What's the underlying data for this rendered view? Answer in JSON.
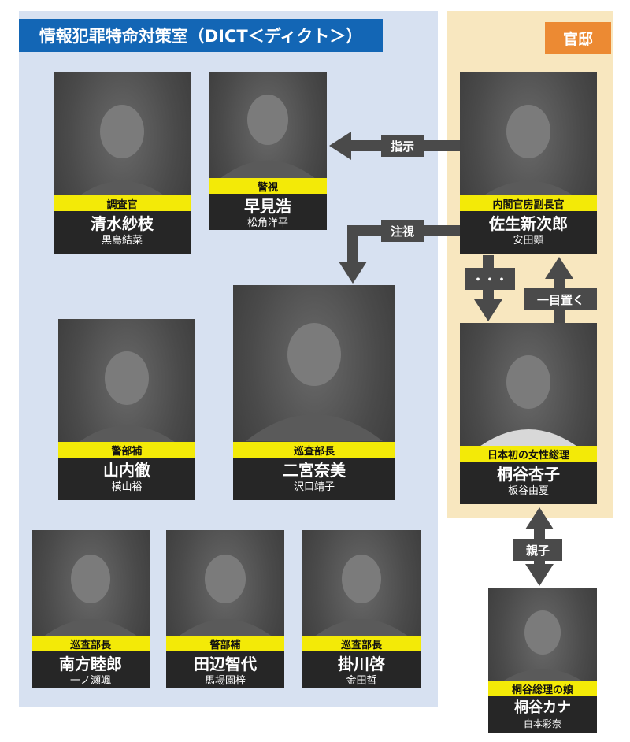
{
  "headers": {
    "dict": "情報犯罪特命対策室（DICT＜ディクト＞）",
    "kantei": "官邸"
  },
  "people": {
    "shimizu": {
      "role": "調査官",
      "name": "清水紗枝",
      "actor": "黒島結菜"
    },
    "hayami": {
      "role": "警視",
      "name": "早見浩",
      "actor": "松角洋平"
    },
    "saso": {
      "role": "内閣官房副長官",
      "name": "佐生新次郎",
      "actor": "安田顕"
    },
    "yamauchi": {
      "role": "警部補",
      "name": "山内徹",
      "actor": "横山裕"
    },
    "ninomiya": {
      "role": "巡査部長",
      "name": "二宮奈美",
      "actor": "沢口靖子"
    },
    "kiriya": {
      "role": "日本初の女性総理",
      "name": "桐谷杏子",
      "actor": "板谷由夏"
    },
    "minakata": {
      "role": "巡査部長",
      "name": "南方睦郎",
      "actor": "一ノ瀬颯"
    },
    "tanabe": {
      "role": "警部補",
      "name": "田辺智代",
      "actor": "馬場園梓"
    },
    "kakegawa": {
      "role": "巡査部長",
      "name": "掛川啓",
      "actor": "金田哲"
    },
    "kana": {
      "role": "桐谷総理の娘",
      "name": "桐谷カナ",
      "actor": "白本彩奈"
    }
  },
  "relations": {
    "shiji": "指示",
    "chushi": "注視",
    "dots": "・・・",
    "ichimoku": "一目置く",
    "oyako": "親子"
  }
}
